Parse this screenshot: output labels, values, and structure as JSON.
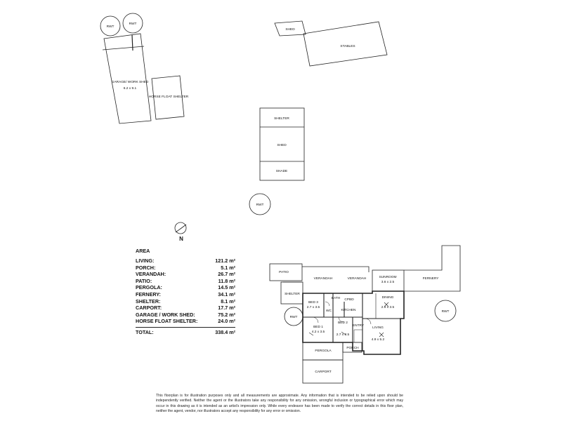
{
  "outbuildings": {
    "rwt": "RWT",
    "shed_small": "SHED",
    "stables": "STABLES",
    "garage_work_shed": "GARAGE/ WORK SHED",
    "garage_dims": "6.2 x 9.1",
    "horse_float_shelter": "HORSE FLOAT SHELTER",
    "shelter": "SHELTER",
    "shed": "SHED",
    "shade": "SHADE"
  },
  "north": "N",
  "area": {
    "title": "AREA",
    "rows": [
      {
        "label": "LIVING:",
        "value": "121.2 m²"
      },
      {
        "label": "PORCH:",
        "value": "5.1 m²"
      },
      {
        "label": "VERANDAH:",
        "value": "26.7 m²"
      },
      {
        "label": "PATIO:",
        "value": "11.8 m²"
      },
      {
        "label": "PERGOLA:",
        "value": "14.5 m²"
      },
      {
        "label": "FERNERY:",
        "value": "34.1 m²"
      },
      {
        "label": "SHELTER:",
        "value": "8.1 m²"
      },
      {
        "label": "CARPORT:",
        "value": "17.7 m²"
      },
      {
        "label": "GARAGE / WORK SHED:",
        "value": "75.2 m²"
      },
      {
        "label": "HORSE FLOAT SHELTER:",
        "value": "24.0 m²"
      }
    ],
    "total_label": "TOTAL:",
    "total_value": "338.4 m²"
  },
  "house": {
    "patio": "PATIO",
    "verandah_left": "VERANDAH",
    "verandah_right": "VERANDAH",
    "sunroom": "SUNROOM",
    "sunroom_dims": "3.6 x 2.5",
    "fernery": "FERNERY",
    "shelter": "SHELTER",
    "bed3": "BED 3",
    "bed3_dims": "2.7 x 3.5",
    "bath": "BATH",
    "wc": "WC",
    "cpbd": "CPBD",
    "kitchen": "KITCHEN",
    "dining": "DINING",
    "dining_dims": "2.9 x 3.5",
    "bed1": "BED 1",
    "bed1_dims": "4.2 x 3.5",
    "bed2": "BED 2",
    "bed2_dims": "2.7 x 3.5",
    "entry": "ENTRY",
    "living": "LIVING",
    "living_dims": "4.9 x 5.2",
    "porch": "PORCH",
    "pergola": "PERGOLA",
    "carport": "CARPORT",
    "rwt_left": "RWT",
    "rwt_right": "RWT"
  },
  "disclaimer": "This floorplan is for illustration purposes only and all measurements are approximate. Any information that is intended to be relied upon should be independently verified. Neither the agent or the illustrators take any responsibility for any omission, wrongful inclusion or typographical error which may occur in this drawing as it is intended as an artist's impression only. While every endeavor has been made to verify the correct details in this floor plan, neither the agent, vendor, nor illustrators accept any responsibility for any error or omission."
}
